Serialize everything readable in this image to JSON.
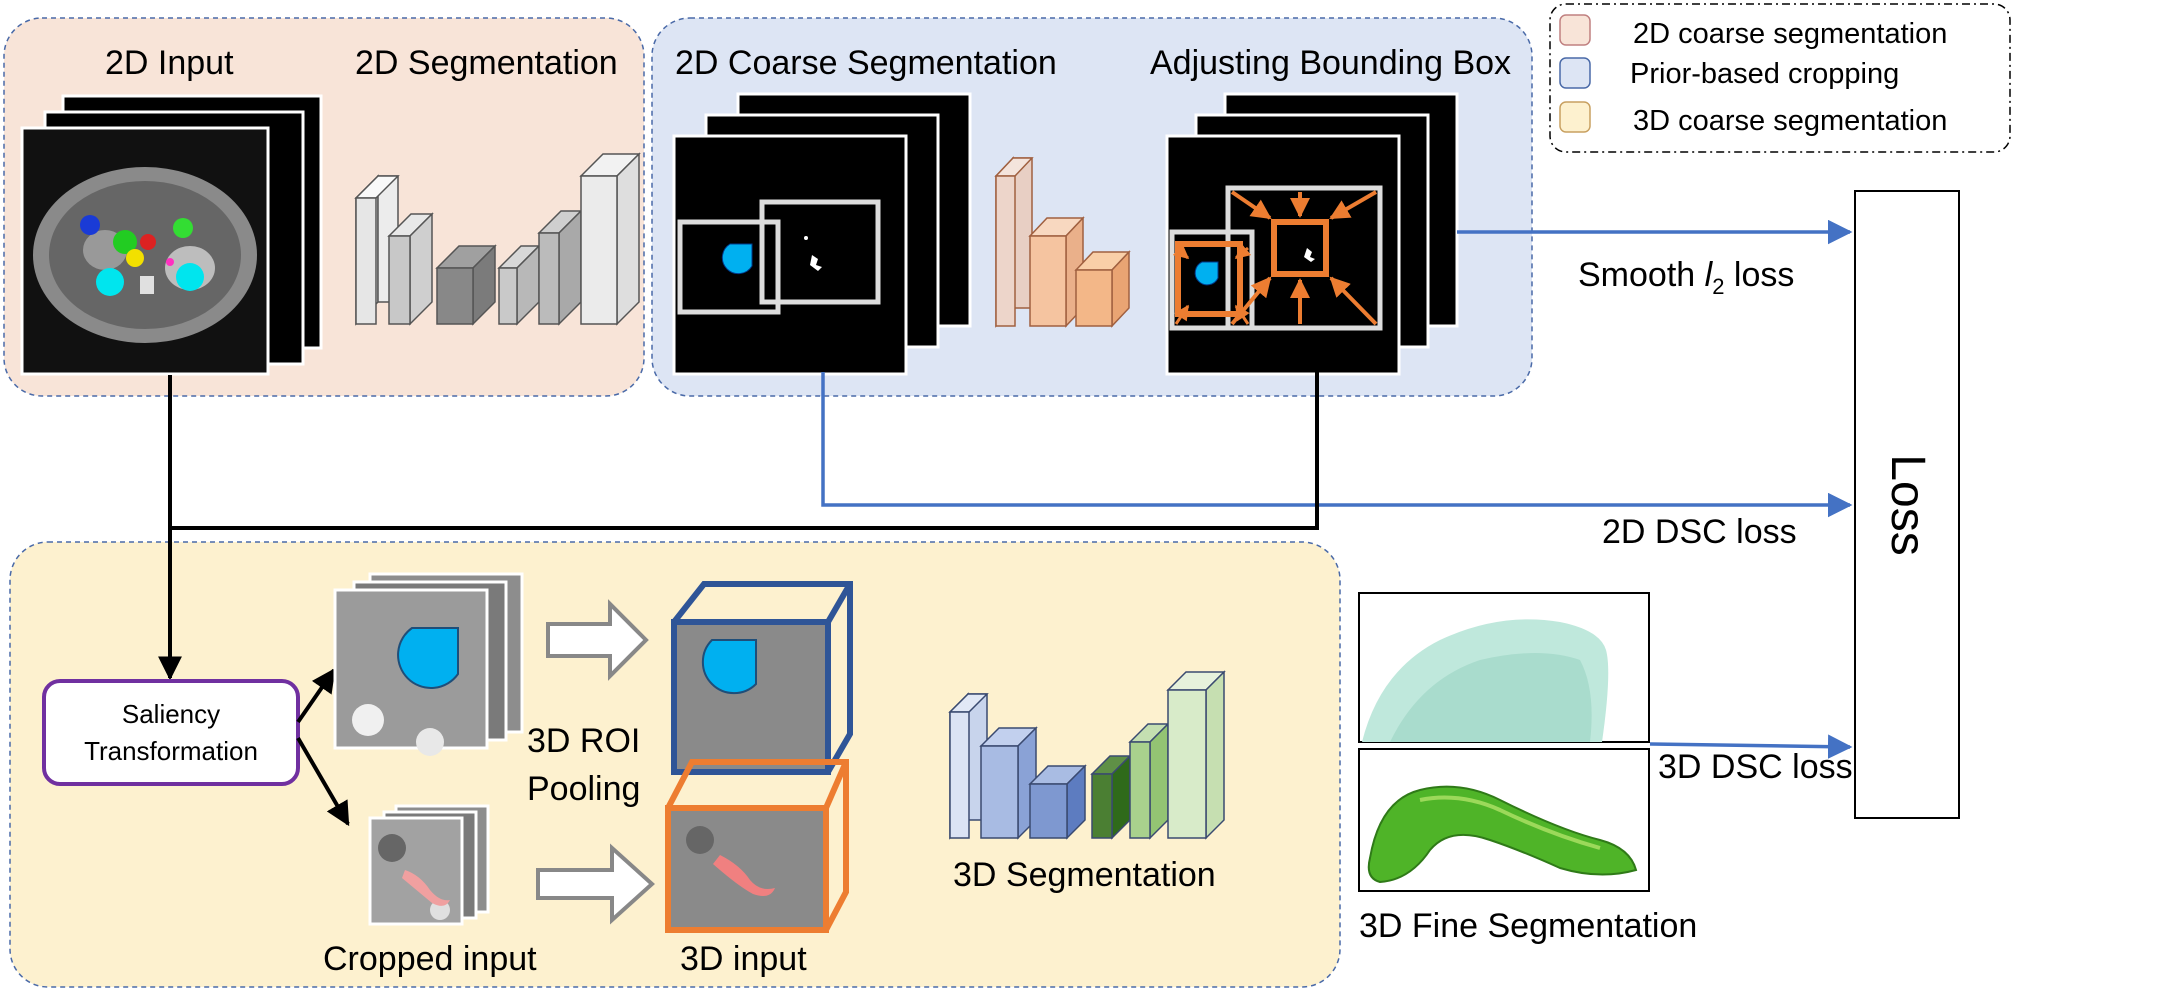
{
  "sections": {
    "input": {
      "title_input": "2D Input",
      "title_seg": "2D Segmentation"
    },
    "coarse": {
      "title_coarse": "2D Coarse Segmentation",
      "title_bbox": "Adjusting Bounding Box"
    },
    "fine": {
      "saliency_line1": "Saliency",
      "saliency_line2": "Transformation",
      "roi_line1": "3D ROI",
      "roi_line2": "Pooling",
      "seg3d": "3D Segmentation",
      "cropped": "Cropped input",
      "input3d": "3D input"
    }
  },
  "legend": [
    {
      "label": "2D coarse segmentation",
      "color": "#f8e4d8",
      "stroke": "#c08080"
    },
    {
      "label": "Prior-based cropping",
      "color": "#dde5f4",
      "stroke": "#4a6aa8"
    },
    {
      "label": "3D coarse segmentation",
      "color": "#fdf1cf",
      "stroke": "#c8a060"
    }
  ],
  "losses": {
    "smooth": "Smooth",
    "smooth_var": "l",
    "smooth_sub": "2",
    "smooth_tail": "loss",
    "dsc2d": "2D DSC loss",
    "dsc3d": "3D DSC loss",
    "loss_box": "Loss"
  },
  "fine_output": {
    "label": "3D Fine Segmentation"
  },
  "colors": {
    "input_bg": "#f8e4d8",
    "coarse_bg": "#dde5f4",
    "fine_bg": "#fdf1cf",
    "blue_arrow": "#4472c4",
    "orange": "#ed7d31",
    "cyan": "#00b0f0",
    "purple": "#7030a0",
    "navy": "#2f5597"
  }
}
